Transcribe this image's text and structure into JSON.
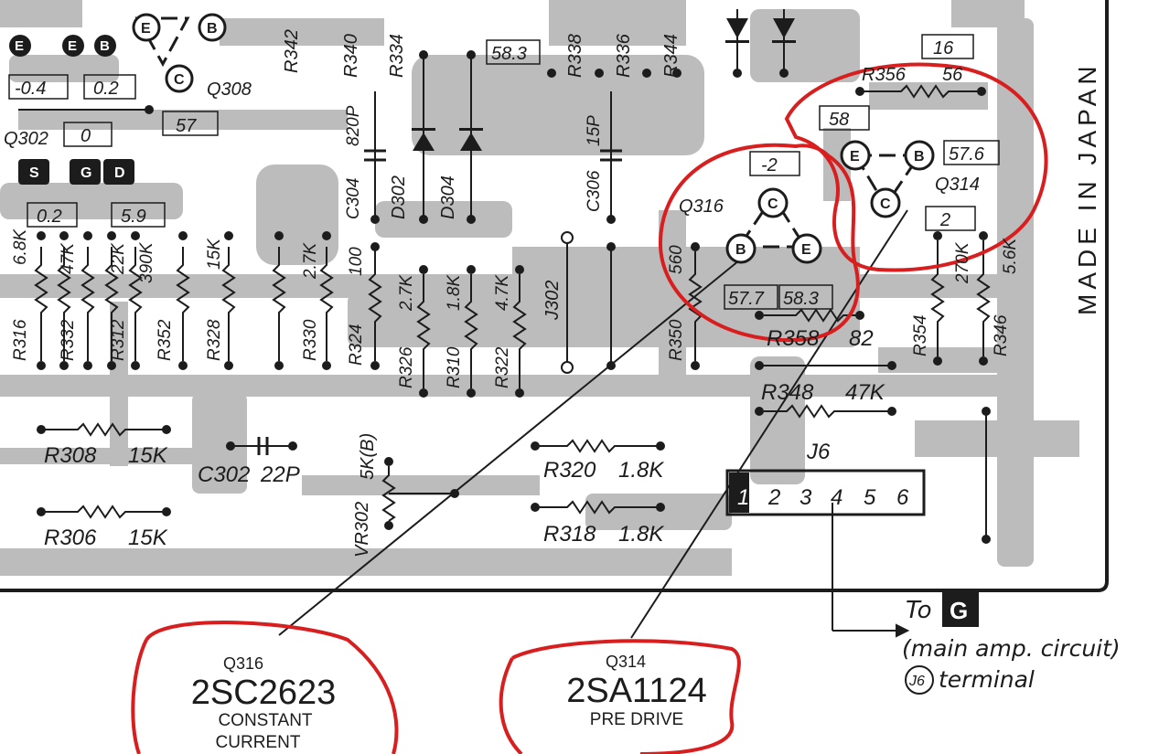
{
  "board": {
    "made_in": "MADE IN JAPAN",
    "voltages": [
      "-0.4",
      "0.2",
      "57",
      "0",
      "0.2",
      "5.9",
      "58.3",
      "16",
      "58",
      "-2",
      "57.6",
      "2",
      "57.7",
      "58.3"
    ],
    "transistors": [
      "Q308",
      "Q302",
      "Q316",
      "Q314"
    ],
    "pins": [
      "E",
      "B",
      "C",
      "S",
      "G",
      "D"
    ],
    "resistors": [
      {
        "ref": "R342",
        "value": ""
      },
      {
        "ref": "R340",
        "value": ""
      },
      {
        "ref": "R334",
        "value": ""
      },
      {
        "ref": "R338",
        "value": ""
      },
      {
        "ref": "R336",
        "value": ""
      },
      {
        "ref": "R344",
        "value": ""
      },
      {
        "ref": "R356",
        "value": "56"
      },
      {
        "ref": "R316",
        "value": "6.8K"
      },
      {
        "ref": "R332",
        "value": "47K"
      },
      {
        "ref": "R312",
        "value": "22K"
      },
      {
        "ref": "R352",
        "value": "390K"
      },
      {
        "ref": "R328",
        "value": "15K"
      },
      {
        "ref": "R330",
        "value": "2.7K"
      },
      {
        "ref": "R324",
        "value": "100"
      },
      {
        "ref": "R326",
        "value": "2.7K"
      },
      {
        "ref": "R310",
        "value": "1.8K"
      },
      {
        "ref": "R322",
        "value": "4.7K"
      },
      {
        "ref": "R350",
        "value": "560"
      },
      {
        "ref": "R358",
        "value": "82"
      },
      {
        "ref": "R348",
        "value": "47K"
      },
      {
        "ref": "R354",
        "value": "270K"
      },
      {
        "ref": "R346",
        "value": "5.6K"
      },
      {
        "ref": "R308",
        "value": "15K"
      },
      {
        "ref": "R306",
        "value": "15K"
      },
      {
        "ref": "R320",
        "value": "1.8K"
      },
      {
        "ref": "R318",
        "value": "1.8K"
      }
    ],
    "capacitors": [
      {
        "ref": "C304",
        "value": "820P"
      },
      {
        "ref": "C306",
        "value": "15P"
      },
      {
        "ref": "C302",
        "value": "22P"
      }
    ],
    "diodes": [
      "D302",
      "D304"
    ],
    "jumper": "J302",
    "pot": {
      "ref": "VR302",
      "value": "5K(B)"
    },
    "connector": {
      "ref": "J6",
      "pins": [
        "1",
        "2",
        "3",
        "4",
        "5",
        "6"
      ]
    }
  },
  "annotations": {
    "to": "To",
    "g_badge": "G",
    "circuit": "(main amp. circuit)",
    "j6_circle": "J6",
    "terminal": "terminal"
  },
  "callouts": {
    "q316": {
      "ref": "Q316",
      "part": "2SC2623",
      "role_1": "CONSTANT",
      "role_2": "CURRENT"
    },
    "q314": {
      "ref": "Q314",
      "part": "2SA1124",
      "role_1": "PRE DRIVE"
    }
  },
  "colors": {
    "trace": "#bcbcbc",
    "ink": "#1c1c1c",
    "highlight": "#d81e1e",
    "paper": "#ffffff"
  }
}
